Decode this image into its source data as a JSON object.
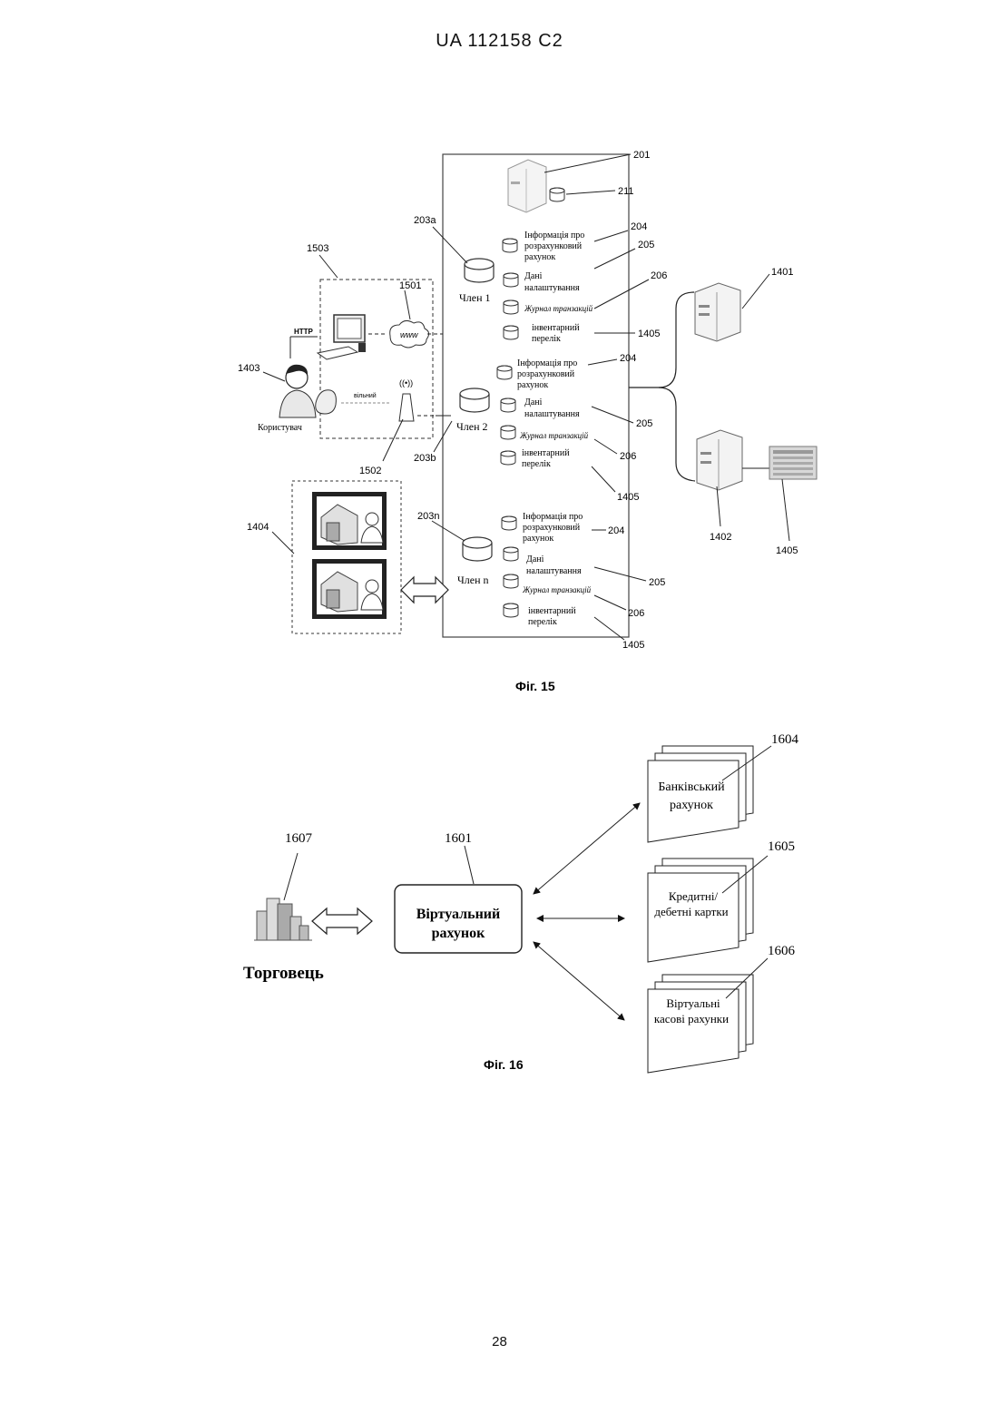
{
  "document": {
    "header": "UA 112158 C2",
    "page_number": "28"
  },
  "fig15": {
    "caption": "Фіг. 15",
    "refs": {
      "r201": "201",
      "r211": "211",
      "r203a": "203a",
      "r203b": "203b",
      "r203n": "203n",
      "r204a": "204",
      "r204b": "204",
      "r204c": "204",
      "r205a": "205",
      "r205b": "205",
      "r205c": "205",
      "r206a": "206",
      "r206b": "206",
      "r206c": "206",
      "r1405a": "1405",
      "r1405b": "1405",
      "r1405c": "1405",
      "r1405d": "1405",
      "r1401": "1401",
      "r1402": "1402",
      "r1403": "1403",
      "r1404": "1404",
      "r1501": "1501",
      "r1502": "1502",
      "r1503": "1503"
    },
    "members": {
      "m1": "Член 1",
      "m2": "Член 2",
      "mn": "Член n"
    },
    "db_labels": {
      "account_info_1": "Інформація про",
      "account_info_2": "розрахунковий",
      "account_info_3": "рахунок",
      "settings_1": "Дані",
      "settings_2": "налаштування",
      "transaction_log": "Журнал транзакцій",
      "inventory_1": "інвентарний",
      "inventory_2": "перелік"
    },
    "user_label": "Користувач",
    "http_label": "HTTP",
    "www_label": "www",
    "wireless_label": "вільний"
  },
  "fig16": {
    "caption": "Фіг. 16",
    "refs": {
      "r1601": "1601",
      "r1604": "1604",
      "r1605": "1605",
      "r1606": "1606",
      "r1607": "1607"
    },
    "virtual_account_1": "Віртуальний",
    "virtual_account_2": "рахунок",
    "merchant": "Торговець",
    "bank_1": "Банківський",
    "bank_2": "рахунок",
    "cards_1": "Кредитні/",
    "cards_2": "дебетні картки",
    "cash_1": "Віртуальні",
    "cash_2": "касові рахунки"
  }
}
